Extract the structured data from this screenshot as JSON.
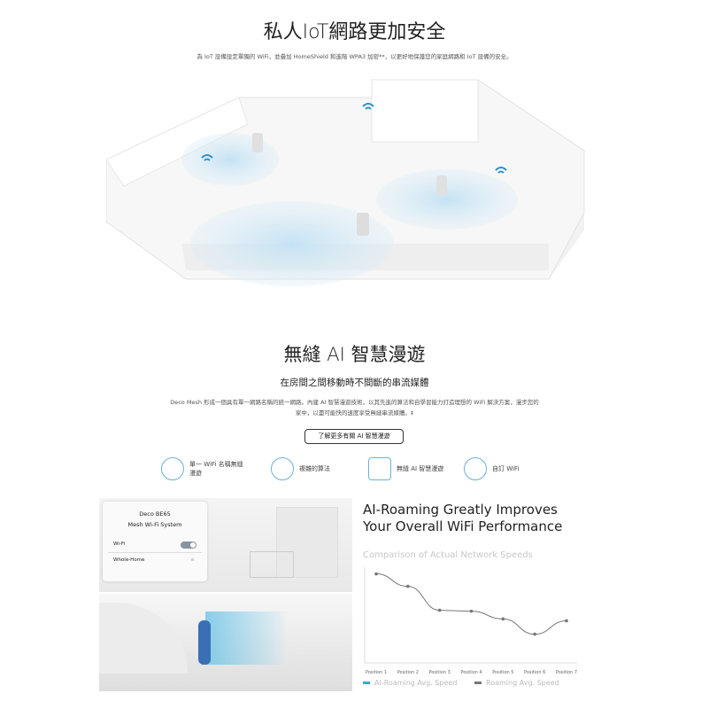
{
  "iot": {
    "title": "私人IoT網路更加安全",
    "desc": "為 IoT 設備設定單獨的 WiFi，並疊加 HomeShield 和進階 WPA3 加密**，以更好地保護您的家庭網路和 IoT 設備的安全。"
  },
  "roaming": {
    "title": "無縫 AI 智慧漫遊",
    "subtitle": "在房間之間移動時不間斷的串流媒體",
    "desc1": "Deco Mesh 形成一個具有單一網路名稱的統一網路。內建 AI 智慧漫遊技術，以其先進的算法和自學習能力打造理想的 WiFi 解決方案，漫步您的",
    "desc2": "家中，以盡可能快的速度享受無縫串流媒體。‡",
    "button": "了解更多有關 AI 智慧漫遊"
  },
  "features": [
    {
      "label1": "單一 WiFi 名稱無縫",
      "label2": "漫遊",
      "icon": "circles-icon"
    },
    {
      "label1": "複雜的算法",
      "icon": "atom-icon"
    },
    {
      "label1": "無縫 AI 智慧漫遊",
      "icon": "ai-head-icon"
    },
    {
      "label1": "自訂 WiFi",
      "icon": "brain-icon"
    }
  ],
  "app_card": {
    "title1": "Deco BE65",
    "title2": "Mesh Wi-Fi System",
    "row1": "Wi-Fi",
    "row2": "Whole-Home"
  },
  "headline": {
    "line1": "AI-Roaming Greatly Improves",
    "line2": "Your Overall WiFi Performance"
  },
  "chart_data": {
    "type": "line",
    "title": "Comparison of Actual Network Speeds",
    "categories": [
      "Position 1",
      "Position 2",
      "Position 3",
      "Position 4",
      "Position 5",
      "Position 6",
      "Position 7"
    ],
    "series": [
      {
        "name": "AI-Roaming Avg. Speed",
        "color": "#3aa6d6",
        "values": []
      },
      {
        "name": "Roaming Avg. Speed",
        "color": "#777777",
        "values": [
          93,
          80,
          55,
          54,
          46,
          30,
          44
        ]
      }
    ],
    "ylim": [
      0,
      100
    ],
    "xlabel": "",
    "ylabel": "",
    "legend": "bottom"
  }
}
